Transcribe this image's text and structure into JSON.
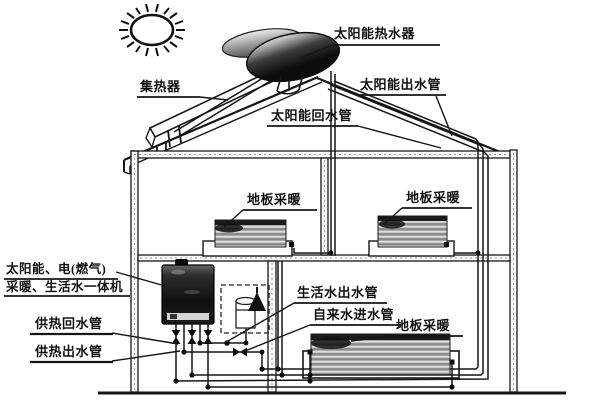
{
  "diagram": {
    "labels": {
      "solar_water_heater": "太阳能热水器",
      "collector": "集热器",
      "solar_outlet_pipe": "太阳能出水管",
      "solar_return_pipe": "太阳能回水管",
      "floor_heating_upper_left": "地板采暖",
      "floor_heating_upper_right": "地板采暖",
      "floor_heating_lower": "地板采暖",
      "combi_unit_line1": "太阳能、电(燃气)",
      "combi_unit_line2": "采暖、生活水一体机",
      "heating_return_pipe": "供热回水管",
      "heating_outlet_pipe": "供热出水管",
      "domestic_water_outlet_pipe": "生活水出水管",
      "tap_water_inlet_pipe": "自来水进水管"
    },
    "colors": {
      "line": "#161616",
      "background": "#ffffff"
    }
  }
}
